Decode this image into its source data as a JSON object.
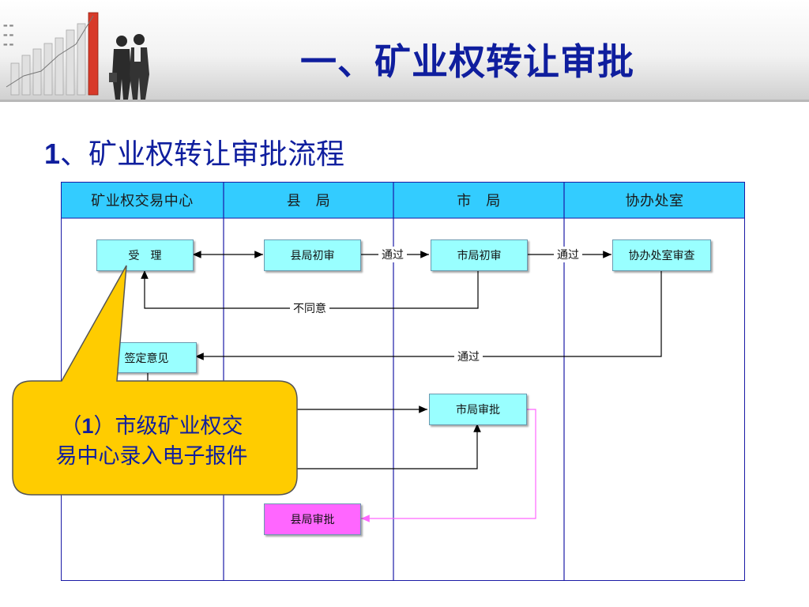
{
  "slide": {
    "title": "一、矿业权转让审批",
    "subtitle_num": "1",
    "subtitle_text": "、矿业权转让审批流程"
  },
  "header_icons": [
    "bar-chart-icon",
    "business-people-icon"
  ],
  "lanes": [
    {
      "label": "矿业权交易中心"
    },
    {
      "label": "县　局"
    },
    {
      "label": "市　局"
    },
    {
      "label": "协办处室"
    }
  ],
  "nodes": {
    "accept": "受　理",
    "county_initial": "县局初审",
    "city_initial": "市局初审",
    "dept_review": "协办处室审查",
    "opinion": "签定意见",
    "city_approve": "市局审批",
    "county_approve": "县局审批"
  },
  "edge_labels": {
    "pass1": "通过",
    "pass2": "通过",
    "disagree": "不同意",
    "pass3": "通过"
  },
  "callout": {
    "num": "1",
    "line1_prefix": "（",
    "line1_suffix": "）市级矿业权交",
    "line2": "易中心录入电子报件"
  },
  "colors": {
    "title": "#0f1e9e",
    "lane_header": "#33ccff",
    "node_fill": "#99ffff",
    "node_highlight": "#ff66ff",
    "lane_border": "#1a1aa6",
    "callout_fill": "#ffcc00"
  }
}
